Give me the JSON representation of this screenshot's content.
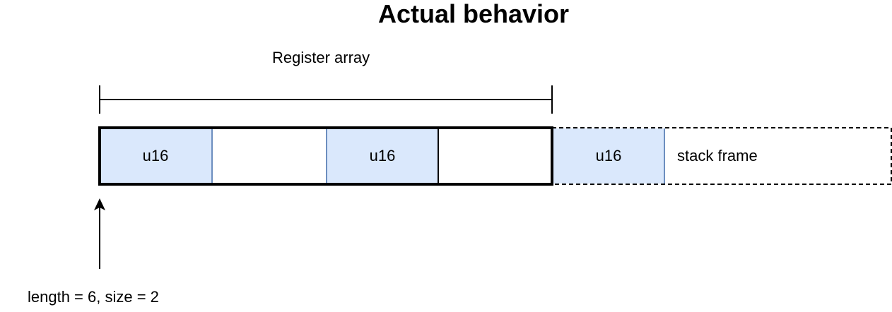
{
  "title": "Actual behavior",
  "register_label": "Register array",
  "cells": [
    "u16",
    "",
    "u16",
    ""
  ],
  "overflow_cell": "u16",
  "stack_frame_label": "stack frame",
  "pointer_label": "length = 6, size = 2",
  "colors": {
    "cell_fill": "#dae8fc",
    "cell_border": "#6c8ebf",
    "stroke": "#000000"
  }
}
